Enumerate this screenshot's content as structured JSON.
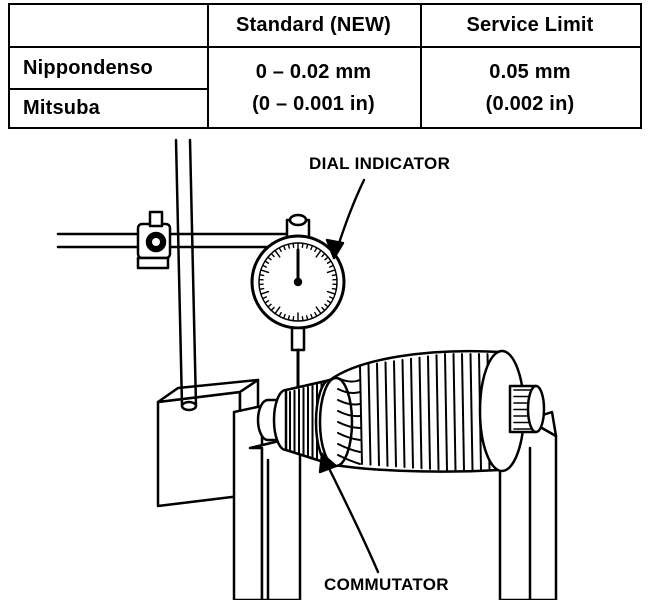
{
  "table": {
    "headers": [
      "",
      "Standard (NEW)",
      "Service Limit"
    ],
    "manufacturers": [
      "Nippondenso",
      "Mitsuba"
    ],
    "standard": {
      "metric": "0 – 0.02 mm",
      "imperial": "(0 – 0.001 in)"
    },
    "service_limit": {
      "metric": "0.05 mm",
      "imperial": "(0.002 in)"
    }
  },
  "figure": {
    "labels": {
      "dial_indicator": "DIAL INDICATOR",
      "commutator": "COMMUTATOR"
    }
  }
}
